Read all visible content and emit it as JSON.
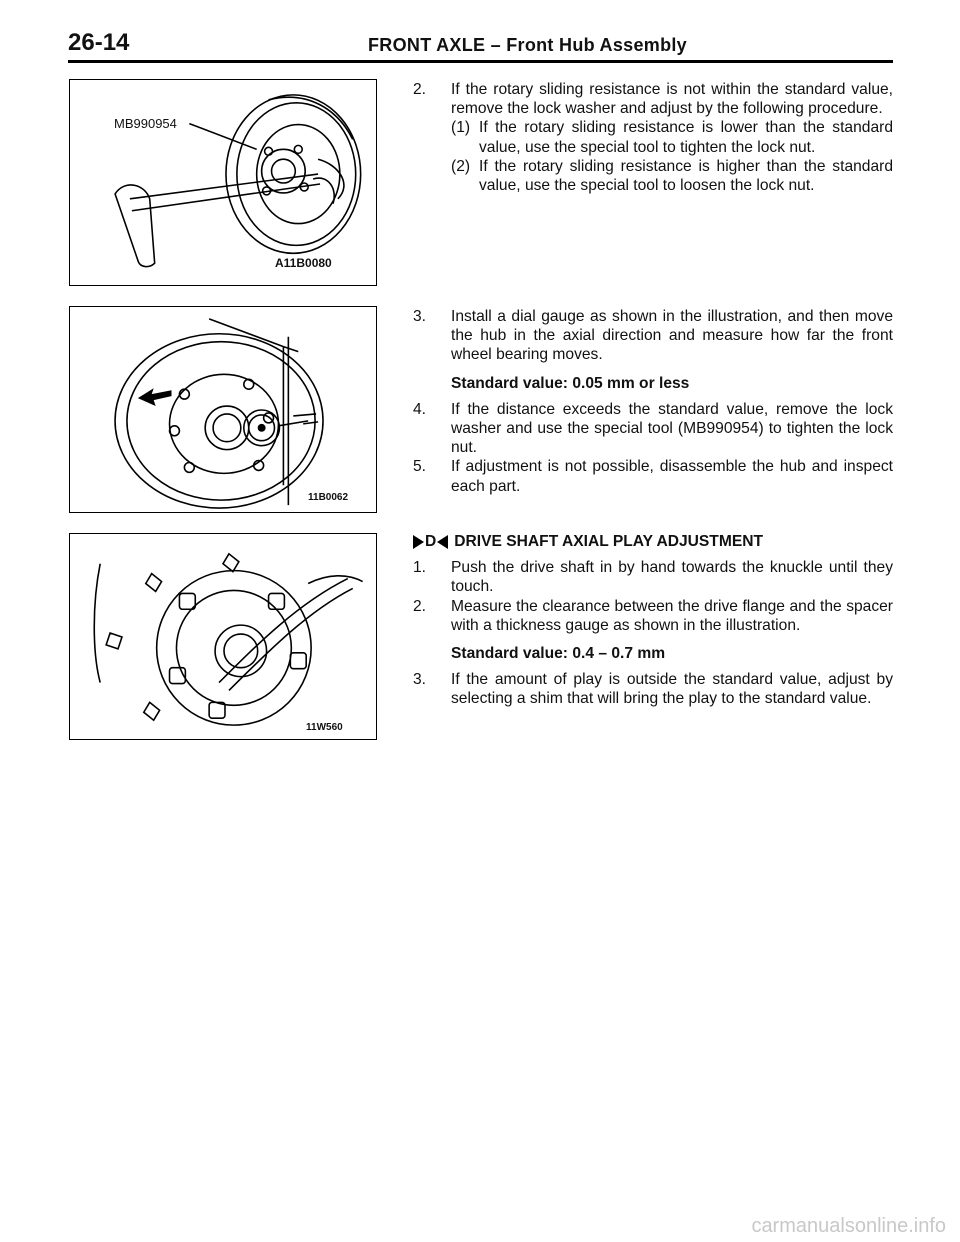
{
  "header": {
    "page_number": "26-14",
    "title": "FRONT AXLE – Front Hub Assembly"
  },
  "figures": [
    {
      "callout": "MB990954",
      "code": "A11B0080"
    },
    {
      "code": "11B0062"
    },
    {
      "code": "11W560"
    }
  ],
  "section1": {
    "item2": {
      "num": "2.",
      "text": "If the rotary sliding resistance is not within the standard value, remove the lock washer and adjust by the following procedure.",
      "sub": [
        {
          "num": "(1)",
          "text": "If the rotary sliding resistance is lower than the standard value, use the special tool to tighten the lock nut."
        },
        {
          "num": "(2)",
          "text": "If the rotary sliding resistance is higher than the standard value, use the special tool to loosen the lock nut."
        }
      ]
    }
  },
  "section2": {
    "item3": {
      "num": "3.",
      "text": "Install a dial gauge as shown in the illustration, and then move the hub in the axial direction and measure how far the front wheel bearing moves."
    },
    "standard": "Standard value: 0.05 mm or less",
    "item4": {
      "num": "4.",
      "text": "If the distance exceeds the standard value, remove the lock washer and use the special tool (MB990954) to tighten the lock nut."
    },
    "item5": {
      "num": "5.",
      "text": "If adjustment is not possible, disassemble the hub and inspect each part."
    }
  },
  "section3": {
    "heading_letter": "D",
    "heading": "DRIVE SHAFT AXIAL PLAY ADJUSTMENT",
    "item1": {
      "num": "1.",
      "text": "Push the drive shaft in by hand towards the knuckle until they touch."
    },
    "item2": {
      "num": "2.",
      "text": "Measure the clearance between the drive flange and the spacer with a thickness gauge as shown in the illustration."
    },
    "standard": "Standard value: 0.4 – 0.7 mm",
    "item3": {
      "num": "3.",
      "text": "If the amount of play is outside the standard value, adjust by selecting a shim that will bring the play to the standard value."
    }
  },
  "watermark": "carmanualsonline.info"
}
